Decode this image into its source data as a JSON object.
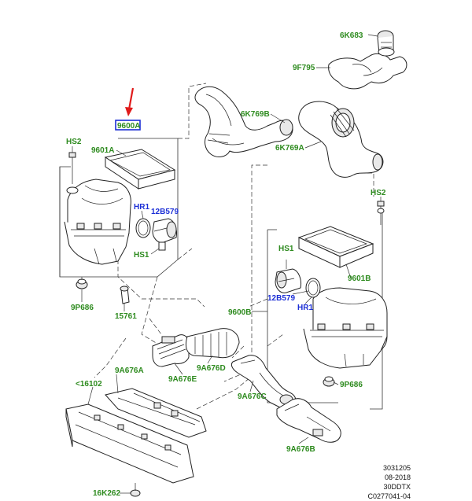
{
  "callouts": {
    "c_6K683": "6K683",
    "c_9F795": "9F795",
    "c_6K769B": "6K769B",
    "c_6K769A": "6K769A",
    "c_9600A": "9600A",
    "c_HS2_left": "HS2",
    "c_9601A": "9601A",
    "c_HR1_left": "HR1",
    "c_12B579_left": "12B579",
    "c_HS1_left": "HS1",
    "c_9P686_left": "9P686",
    "c_15761": "15761",
    "c_HS2_right": "HS2",
    "c_HS1_right": "HS1",
    "c_9601B": "9601B",
    "c_12B579_right": "12B579",
    "c_HR1_right": "HR1",
    "c_9600B": "9600B",
    "c_9P686_right": "9P686",
    "c_9A676A": "9A676A",
    "c_16102": "<16102",
    "c_9A676D": "9A676D",
    "c_9A676E": "9A676E",
    "c_9A676C": "9A676C",
    "c_9A676B": "9A676B",
    "c_16K262": "16K262"
  },
  "reference": {
    "line1": "3031205",
    "line2": "08-2018",
    "line3": "30DDTX",
    "line4": "C0277041-04"
  },
  "colors": {
    "standard_part_label": "#2e8b1f",
    "hardware_label": "#1c2fd6",
    "highlight_box": "#1c2fd6",
    "indicator_arrow": "#e01b1b"
  },
  "highlighted_callout": "9600A"
}
